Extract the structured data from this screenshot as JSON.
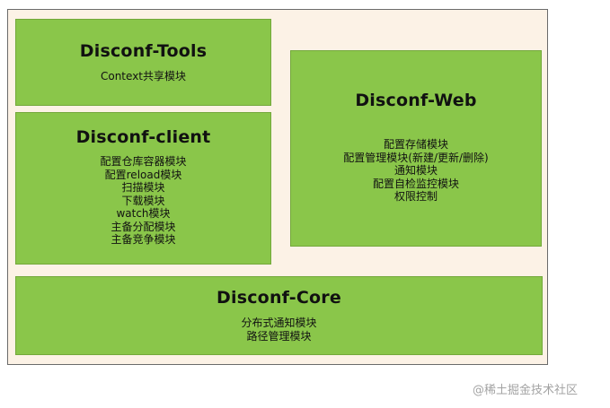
{
  "diagram": {
    "modules": {
      "tools": {
        "title": "Disconf-Tools",
        "items": [
          "Context共享模块"
        ]
      },
      "client": {
        "title": "Disconf-client",
        "items": [
          "配置仓库容器模块",
          "配置reload模块",
          "扫描模块",
          "下载模块",
          "watch模块",
          "主备分配模块",
          "主备竞争模块"
        ]
      },
      "web": {
        "title": "Disconf-Web",
        "items": [
          "配置存储模块",
          "配置管理模块(新建/更新/删除)",
          "通知模块",
          "配置自检监控模块",
          "权限控制"
        ]
      },
      "core": {
        "title": "Disconf-Core",
        "items": [
          "分布式通知模块",
          "路径管理模块"
        ]
      }
    },
    "colors": {
      "module_fill": "#8ac64a",
      "background": "#fcf2e6",
      "frame_border": "#6b6b6b"
    }
  },
  "watermark": "@稀土掘金技术社区"
}
